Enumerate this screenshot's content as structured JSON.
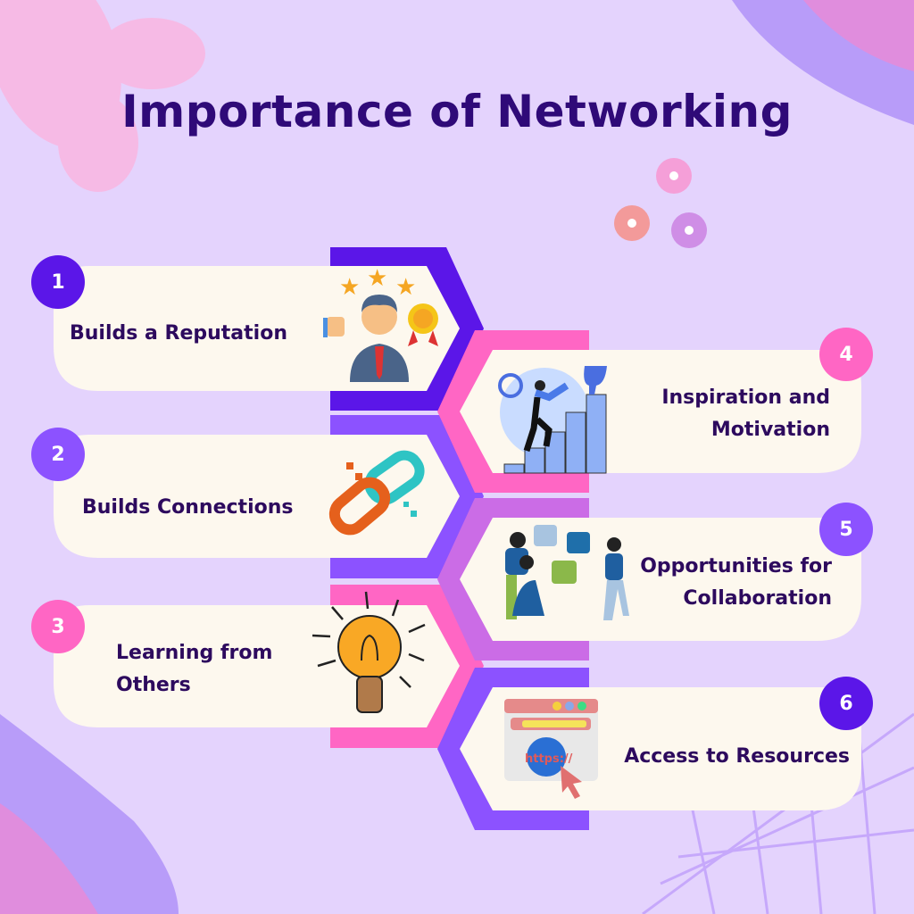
{
  "title": "Importance of Networking",
  "colors": {
    "background": "#e4d3fd",
    "card": "#fdf8ee",
    "text": "#2d0a5e",
    "indigo": "#5b16e8",
    "violet": "#8c52ff",
    "pink": "#ff66c4",
    "orchid": "#cb6ce6"
  },
  "items": [
    {
      "number": "1",
      "label": "Builds a Reputation",
      "icon": "businessman-stars-award-icon",
      "color": "#5b16e8"
    },
    {
      "number": "2",
      "label": "Builds Connections",
      "icon": "chain-link-icon",
      "color": "#8c52ff"
    },
    {
      "number": "3",
      "label": "Learning from Others",
      "icon": "light-bulb-icon",
      "color": "#ff66c4"
    },
    {
      "number": "4",
      "label": "Inspiration and Motivation",
      "icon": "climbing-steps-trophy-icon",
      "color": "#ff66c4"
    },
    {
      "number": "5",
      "label": "Opportunities for Collaboration",
      "icon": "team-puzzle-icon",
      "color": "#8c52ff"
    },
    {
      "number": "6",
      "label": "Access to Resources",
      "icon": "browser-globe-icon",
      "color": "#5b16e8"
    }
  ],
  "browser_icon_text": "https://"
}
